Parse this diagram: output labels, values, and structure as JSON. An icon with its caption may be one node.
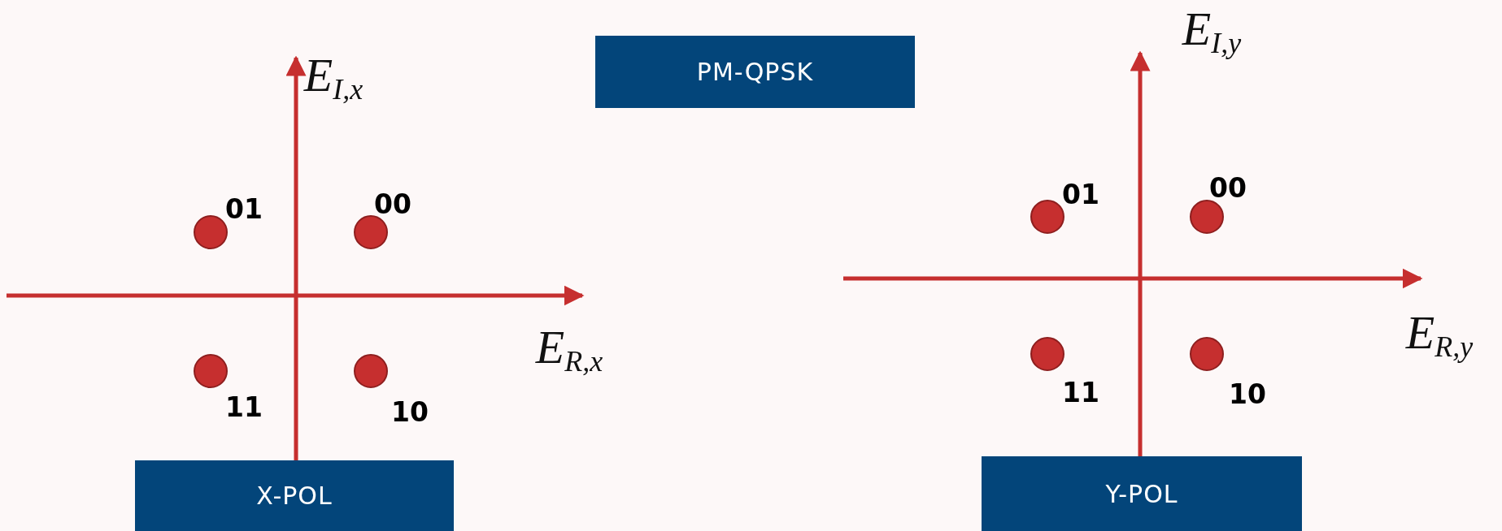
{
  "diagram": {
    "nodes": [
      {
        "text": [
          "PM-QPSK"
        ]
      },
      {
        "text": [
          "X-POL"
        ]
      },
      {
        "text": [
          "Y-POL"
        ]
      }
    ],
    "labels": [
      "E$_{I,y}$",
      "E$_{I,x}$",
      "00",
      "01",
      "01",
      "00",
      "E$_{R,x}$",
      "E$_{R,y}$",
      "11",
      "10",
      "11",
      "10"
    ]
  }
}
